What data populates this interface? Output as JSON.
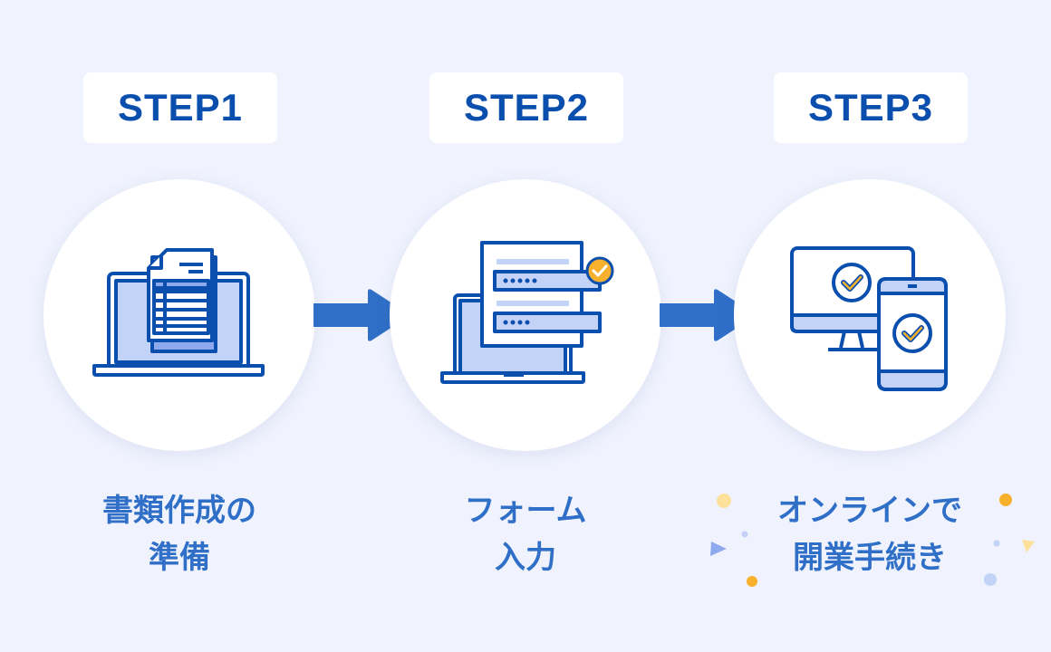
{
  "steps": [
    {
      "badge": "STEP1",
      "icon": "laptop-document-icon",
      "label_line1": "書類作成の",
      "label_line2": "準備"
    },
    {
      "badge": "STEP2",
      "icon": "form-input-icon",
      "label_line1": "フォーム",
      "label_line2": "入力"
    },
    {
      "badge": "STEP3",
      "icon": "devices-check-icon",
      "label_line1": "オンラインで",
      "label_line2": "開業手続き"
    }
  ],
  "colors": {
    "background": "#f0f3fd",
    "primary": "#0b4fae",
    "label": "#2f6fc7",
    "light_fill": "#c3d2f7",
    "accent": "#f7b12d"
  }
}
